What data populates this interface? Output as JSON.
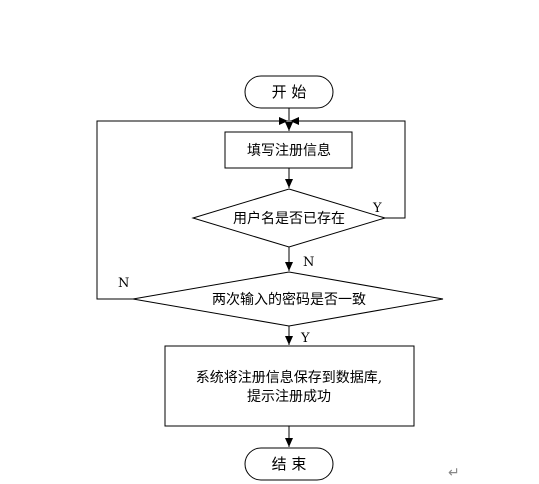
{
  "flowchart": {
    "start_label": "开 始",
    "fill_info_label": "填写注册信息",
    "username_exists_label": "用户名是否已存在",
    "passwords_match_label": "两次输入的密码是否一致",
    "save_line1": "系统将注册信息保存到数据库,",
    "save_line2": "提示注册成功",
    "end_label": "结 束",
    "yes_label": "Y",
    "no_label": "N"
  },
  "paragraph_mark": "↵"
}
